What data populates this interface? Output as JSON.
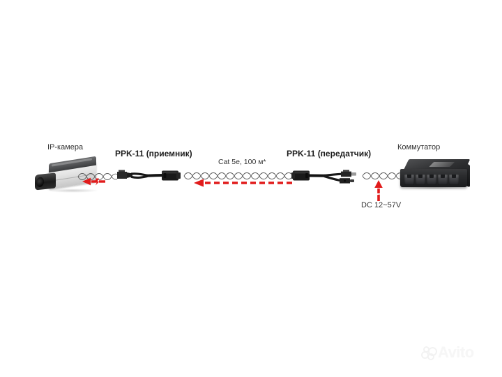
{
  "diagram": {
    "title": "PPK-11 PoE extender connection diagram",
    "background_color": "#ffffff",
    "accent_color": "#e11b1b",
    "label_color": "#2b2b2b"
  },
  "labels": {
    "camera": "IP-камера",
    "receiver": "PPK-11 (приемник)",
    "cable": "Cat 5e, 100 м*",
    "transmitter": "PPK-11 (передатчик)",
    "power": "DC 12~57V",
    "switch": "Коммутатор"
  },
  "nodes": [
    {
      "id": "ip-camera",
      "label": "IP-камера",
      "kind": "device"
    },
    {
      "id": "ppk-11-receiver",
      "label": "PPK-11 (приемник)",
      "kind": "adapter"
    },
    {
      "id": "ppk-11-transmitter",
      "label": "PPK-11 (передатчик)",
      "kind": "adapter"
    },
    {
      "id": "switch",
      "label": "Коммутатор",
      "kind": "device"
    }
  ],
  "links": [
    {
      "from": "ip-camera",
      "to": "ppk-11-receiver",
      "label": "",
      "media": "twisted-pair"
    },
    {
      "from": "ppk-11-receiver",
      "to": "ppk-11-transmitter",
      "label": "Cat 5e, 100 м*",
      "media": "twisted-pair"
    },
    {
      "from": "ppk-11-transmitter",
      "to": "switch",
      "label": "",
      "media": "twisted-pair"
    }
  ],
  "power_input": {
    "label": "DC 12~57V",
    "target": "ppk-11-transmitter",
    "direction": "up"
  },
  "watermark": {
    "text": "Avito",
    "icon": "avito-dots-icon"
  }
}
